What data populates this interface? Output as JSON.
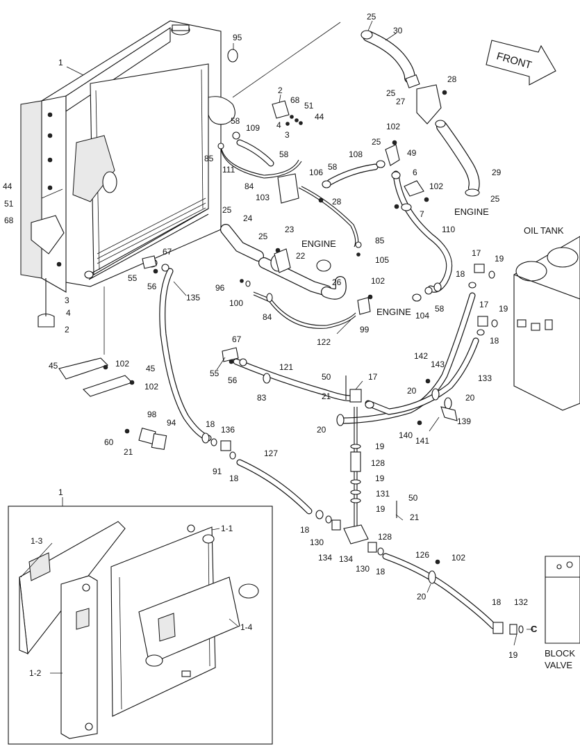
{
  "labels": {
    "front": "FRONT",
    "oil_tank": "OIL TANK",
    "engine_a": "ENGINE",
    "engine_b": "ENGINE",
    "engine_c": "ENGINE",
    "block_valve_1": "BLOCK",
    "block_valve_2": "VALVE",
    "ref_c": "C"
  },
  "callouts": [
    "1",
    "95",
    "25",
    "30",
    "2",
    "68",
    "51",
    "44",
    "4",
    "3",
    "58",
    "109",
    "85",
    "111",
    "84",
    "103",
    "58",
    "106",
    "108",
    "58",
    "49",
    "102",
    "6",
    "102",
    "7",
    "25",
    "28",
    "27",
    "25",
    "29",
    "25",
    "28",
    "24",
    "25",
    "23",
    "22",
    "25",
    "26",
    "102",
    "99",
    "85",
    "105",
    "110",
    "104",
    "58",
    "122",
    "84",
    "100",
    "96",
    "135",
    "56",
    "55",
    "67",
    "44",
    "51",
    "68",
    "3",
    "4",
    "2",
    "45",
    "102",
    "45",
    "102",
    "55",
    "67",
    "56",
    "83",
    "121",
    "50",
    "17",
    "21",
    "20",
    "18",
    "17",
    "19",
    "17",
    "19",
    "18",
    "142",
    "143",
    "133",
    "20",
    "20",
    "139",
    "140",
    "141",
    "98",
    "94",
    "60",
    "21",
    "18",
    "136",
    "91",
    "18",
    "127",
    "19",
    "128",
    "19",
    "131",
    "19",
    "50",
    "21",
    "18",
    "130",
    "134",
    "128",
    "134",
    "130",
    "18",
    "126",
    "102",
    "20",
    "18",
    "132",
    "19",
    "1",
    "1-1",
    "1-3",
    "1-4",
    "1-2"
  ]
}
